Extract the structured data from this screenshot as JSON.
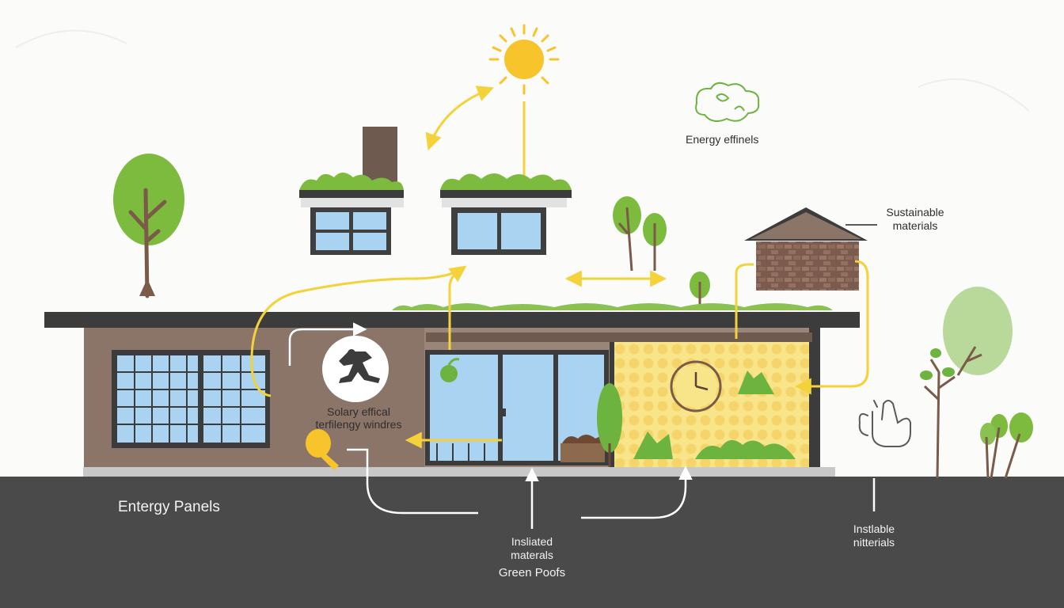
{
  "labels": {
    "energy_efficiency": "Energy effinels",
    "sustainable_materials_line1": "Sustainable",
    "sustainable_materials_line2": "materials",
    "solar_line1": "Solary effical",
    "solar_line2": "terfilengy windres",
    "energy_panels": "Entergy Panels",
    "insulated_line1": "Insliated",
    "insulated_line2": "materals",
    "green_roofs": "Green Poofs",
    "installable_line1": "Instlable",
    "installable_line2": "nitterials"
  },
  "icons": [
    "sun-icon",
    "leaf-cloud-icon",
    "running-person-icon",
    "apple-icon",
    "clock-icon",
    "hand-icon",
    "paint-roller-icon",
    "tree-icon"
  ],
  "colors": {
    "background": "#fbfbfa",
    "ground": "#4a4a4a",
    "wall": "#8b7468",
    "roof_slab": "#3c3c3c",
    "window_glass": "#a9d3f0",
    "sun_yellow": "#f7c42c",
    "arrow_yellow": "#f3d23a",
    "green": "#7dbb3e",
    "insulation_yellow": "#f8e58a",
    "brick": "#8a6a5c"
  }
}
